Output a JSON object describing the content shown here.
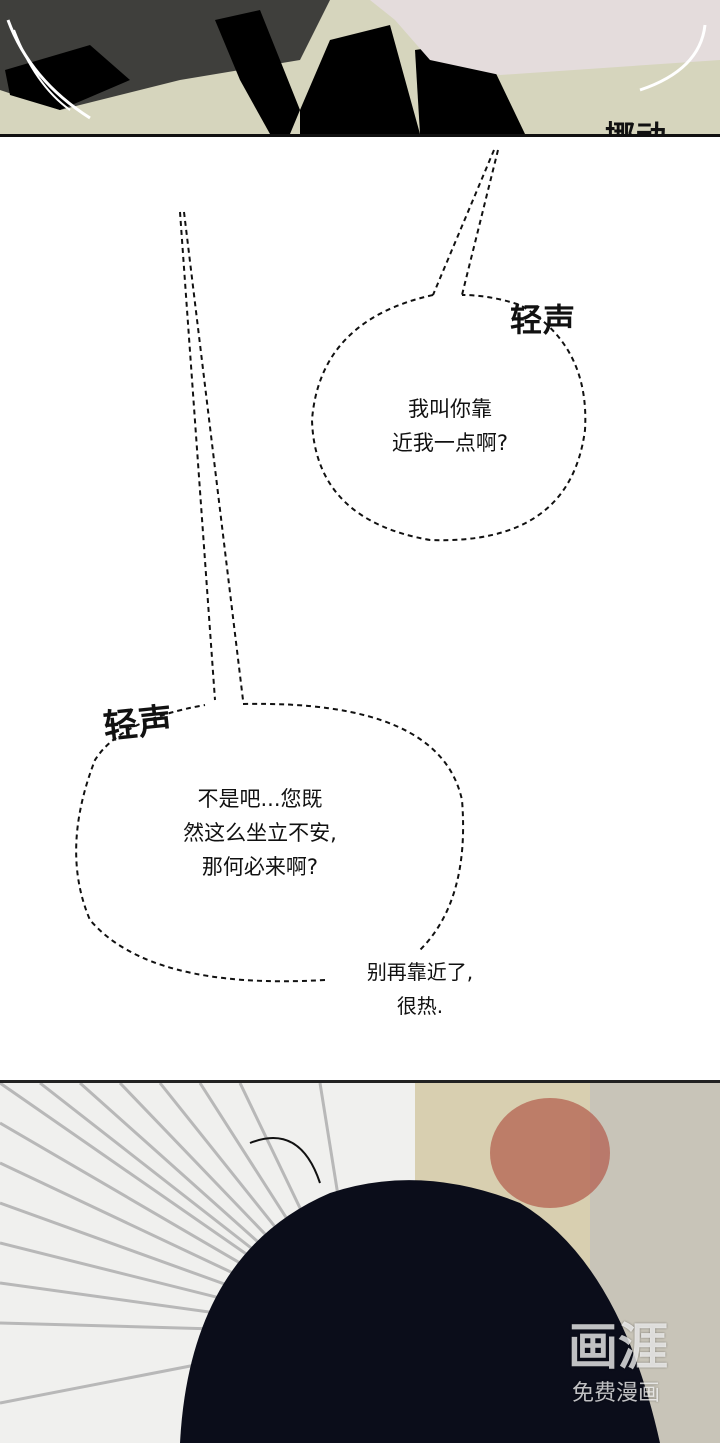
{
  "panels": {
    "top": {
      "sfx": "挪动"
    },
    "middle": {
      "bubble1": {
        "sfx": "轻声",
        "text": "我叫你靠\n近我一点啊?"
      },
      "bubble2": {
        "sfx": "轻声",
        "text": "不是吧...您既\n然这么坐立不安,\n那何必来啊?"
      },
      "aside": "别再靠近了,\n很热."
    }
  },
  "watermark": {
    "logo": "画涯",
    "caption": "免费漫画"
  },
  "colors": {
    "floor": "#d9d8c0",
    "ink": "#111111",
    "hair": "#0b0d1a"
  }
}
